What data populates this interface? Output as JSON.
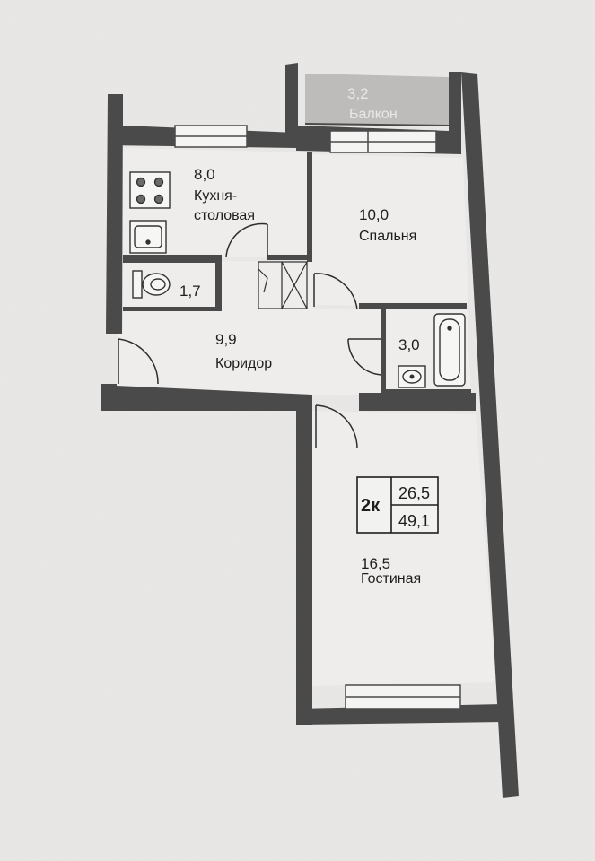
{
  "plan": {
    "wall_color": "#4a4a4a",
    "floor_color": "#eeedeb",
    "paper_color": "#e9e8e6",
    "rooms": [
      {
        "id": "balcony",
        "area": "3,2",
        "name": "Балкон"
      },
      {
        "id": "kitchen",
        "area": "8,0",
        "name_line1": "Кухня-",
        "name_line2": "столовая"
      },
      {
        "id": "bedroom",
        "area": "10,0",
        "name": "Спальня"
      },
      {
        "id": "toilet",
        "area": "1,7"
      },
      {
        "id": "corridor",
        "area": "9,9",
        "name": "Коридор"
      },
      {
        "id": "bathroom",
        "area": "3,0"
      },
      {
        "id": "living",
        "area": "16,5",
        "name": "Гостиная"
      }
    ],
    "summary": {
      "rooms_code": "2к",
      "living_area": "26,5",
      "total_area": "49,1"
    },
    "fixtures": [
      "stove-icon",
      "sink-icon",
      "toilet-icon",
      "bathtub-icon",
      "washbasin-icon",
      "wardrobe-icon"
    ]
  }
}
